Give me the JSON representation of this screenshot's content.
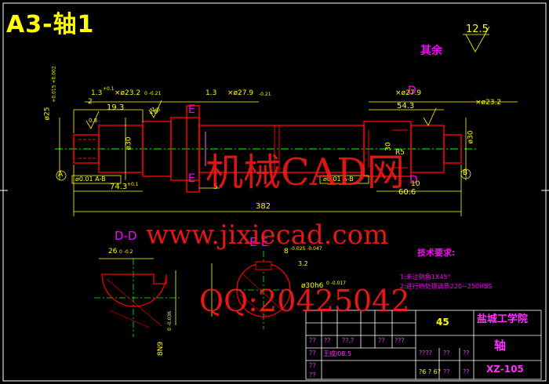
{
  "title": "A3-轴1",
  "surface_finish": {
    "value": "12.5",
    "note": "其余"
  },
  "section_labels": {
    "dd": "D-D",
    "ee": "E-E",
    "b": "B",
    "e_top": "E",
    "e_bottom": "E",
    "d_top": "D",
    "d_bottom": "D"
  },
  "datums": {
    "a": "A",
    "b": "B"
  },
  "dimensions": {
    "total_length": "382",
    "d1": "74.3",
    "d1_tol": "+0.1",
    "d2": "60.6",
    "d3": "19.3",
    "d4": "54.3",
    "d5": "16",
    "d6": "5",
    "d7": "2",
    "d8": "10",
    "d9": "30",
    "d10": "R5",
    "top_left_a": "1.3",
    "top_left_a_sup": "+0.1",
    "top_left_b": "×ø23.2",
    "top_left_b_sub": "0\n-0.21",
    "top_mid_a": "1.3",
    "top_mid_b": "×ø27.9",
    "top_mid_b_sub": "-0.21",
    "top_right1_b": "×ø27.9",
    "top_right2_b": "×ø23.2",
    "left_dia": "ø25",
    "left_dia_tol": "+0.015\n+0.002",
    "center_dia": "ø30",
    "right_dia": "ø30",
    "runout_left": "⌀0.01 A-B",
    "runout_right": "⌀0.01 A-B",
    "key_width": "8N9",
    "key_width_tol": "0\n-0.036",
    "key_depth": "26",
    "key_depth_tol": "0\n-0.2",
    "e_key": "8",
    "e_key_tol": "-0.025\n-0.047",
    "e_dia": "ø30h6",
    "e_dia_tol": "0\n-0.017",
    "roughness_small": "3.2",
    "roughness_a": "0.8",
    "roughness_b": "1.6"
  },
  "technical_requirements": {
    "heading": "技术要求:",
    "item1": "1:未注倒角1X45°",
    "item2": "2:进行热处理调质220~250HBS"
  },
  "title_block": {
    "material": "45",
    "school": "盐城工学院",
    "part_name": "轴",
    "drawing_no": "XZ-105",
    "cell_a": "??",
    "cell_b": "??",
    "cell_c": "??.?",
    "cell_d": "??",
    "cell_e": "???",
    "cell_f": "王成l08.5",
    "cell_g": "??",
    "cell_h": "??",
    "cell_i": "??",
    "cell_j": "????",
    "cell_k": "??",
    "cell_l": "??",
    "cell_m": "?6 ? 6?",
    "cell_n": "??",
    "cell_o": "??"
  },
  "watermark": {
    "brand": "机械CAD网",
    "url": "www.jixiecad.com",
    "qq": "QQ:20425042"
  },
  "colors": {
    "background": "#000000",
    "border": "#ffffff",
    "title": "#ffff00",
    "part_outline": "#ff0000",
    "dimension": "#ffff00",
    "centerline": "#00ff00",
    "label": "#ff00ff",
    "watermark": "#ff1a1a"
  }
}
